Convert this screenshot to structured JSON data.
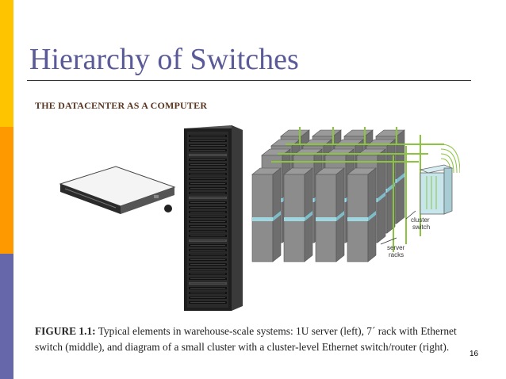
{
  "slide": {
    "title": "Hierarchy of Switches",
    "page_number": "16"
  },
  "figure": {
    "header": "THE DATACENTER AS A COMPUTER",
    "caption_label": "FIGURE 1.1:",
    "caption_text": " Typical elements in warehouse-scale systems: 1U server (left), 7´ rack with Ethernet switch (middle), and diagram of a small cluster with a cluster-level Ethernet switch/router (right).",
    "labels": {
      "cluster_switch_line1": "cluster",
      "cluster_switch_line2": "switch",
      "server_racks_line1": "server",
      "server_racks_line2": "racks"
    }
  },
  "colors": {
    "title": "#5A5A99",
    "accent_yellow": "#FFC400",
    "accent_orange": "#FF9900",
    "accent_purple": "#6666AA",
    "cable_green": "#8BC540",
    "rack_band": "#9FD6E0"
  }
}
